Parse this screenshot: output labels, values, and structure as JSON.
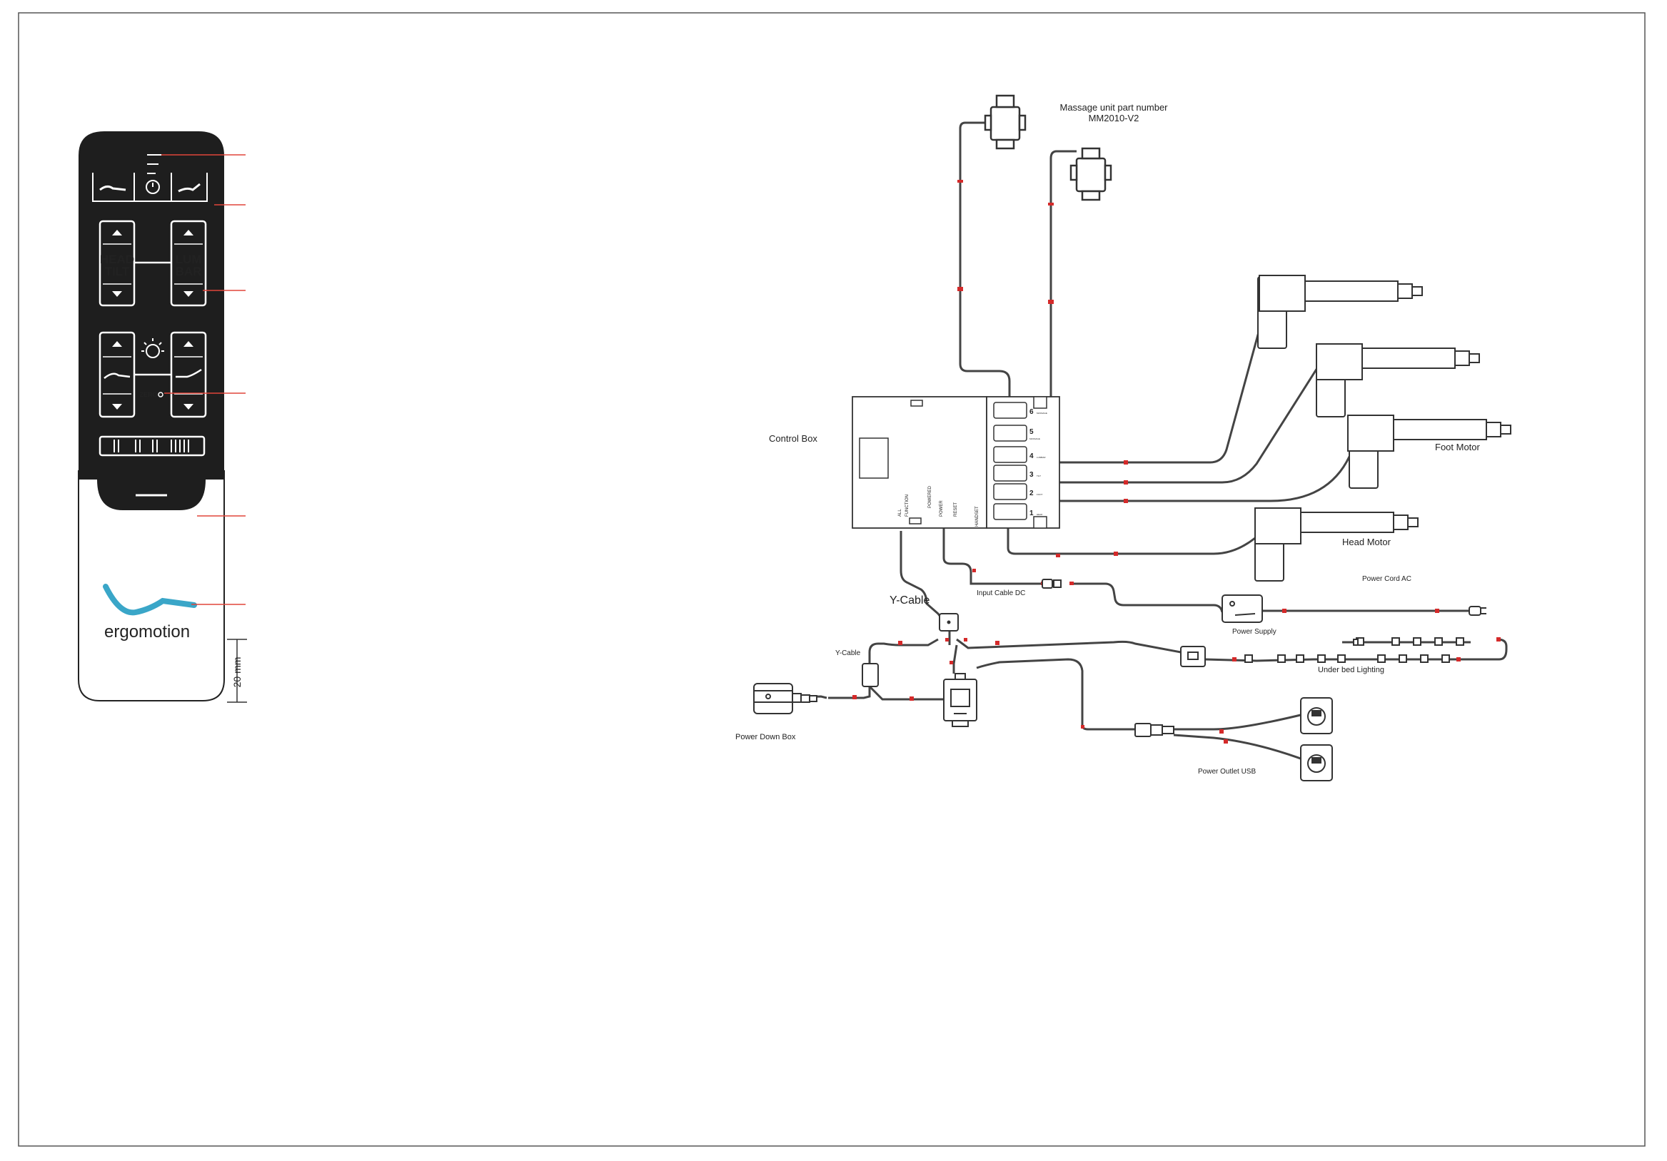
{
  "remote": {
    "buttons": {
      "head_tilt_line1": "HEAD",
      "head_tilt_line2": "TILT",
      "lumbar_line1": "LUM",
      "lumbar_line2": "BAR",
      "zero_label": "ZERO"
    },
    "brand": "ergomotion",
    "dimension_label": "20 mm",
    "colors": {
      "body": "#1e1e1e",
      "brand_swoosh": "#3aa6c8",
      "leader_line": "#e0453a"
    }
  },
  "wiring": {
    "labels": {
      "massage_unit_line1": "Massage unit part number",
      "massage_unit_line2": "MM2010-V2",
      "control_box": "Control Box",
      "foot_motor": "Foot Motor",
      "head_motor": "Head Motor",
      "power_cord_ac": "Power Cord AC",
      "input_cable_dc": "Input Cable DC",
      "power_supply": "Power Supply",
      "y_cable_large": "Y-Cable",
      "y_cable_small": "Y-Cable",
      "under_bed_lighting": "Under bed Lighting",
      "power_down_box": "Power Down Box",
      "power_outlet_usb": "Power Outlet USB"
    },
    "ports": [
      "6",
      "5",
      "4",
      "3",
      "2",
      "1"
    ],
    "port_captions": [
      "MASSAGE",
      "MASSAGE",
      "LUMBAR",
      "TILT",
      "FOOT",
      "HEAD"
    ],
    "bottom_ports": [
      "ALL",
      "FUNCTION",
      "POWERED",
      "POWER",
      "RESET",
      "HANDSET"
    ],
    "colors": {
      "line": "#444444",
      "accent": "#d42a2a"
    }
  }
}
